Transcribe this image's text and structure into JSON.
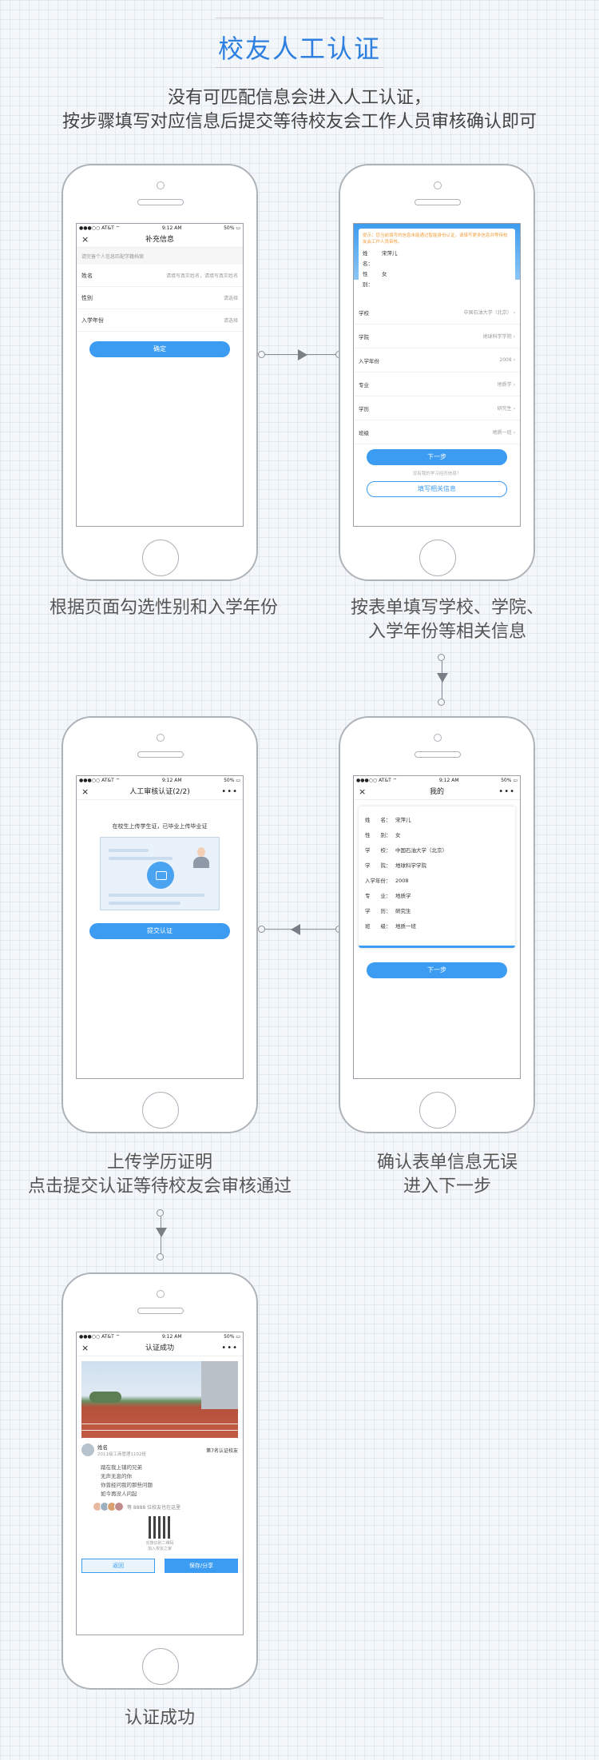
{
  "header": {
    "title": "校友人工认证",
    "subtitle1": "没有可匹配信息会进入人工认证，",
    "subtitle2": "按步骤填写对应信息后提交等待校友会工作人员审核确认即可"
  },
  "statusbar": {
    "carrier": "●●●○○ AT&T ⌔",
    "time": "9:12 AM",
    "battery": "50% ▭"
  },
  "icons": {
    "close": "×",
    "more": "•••",
    "chevron": "›"
  },
  "step1": {
    "nav_title": "补充信息",
    "hint": "请完善个人信息匹配学籍档案",
    "fields": [
      {
        "label": "姓名",
        "value": "请填写真实姓名，请填写真实姓名"
      },
      {
        "label": "性别",
        "value": "请选择"
      },
      {
        "label": "入学年份",
        "value": "请选择"
      }
    ],
    "button": "确定",
    "caption": "根据页面勾选性别和入学年份"
  },
  "step2": {
    "warning": "提示：您当前填写的信息未能通过智能身份认证，请填写更多信息并等待校友会工作人员审核。",
    "name_label": "姓　名：",
    "name_value": "宋萍儿",
    "gender_label": "性　别：",
    "gender_value": "女",
    "rows": [
      {
        "label": "学校",
        "value": "中国石油大学（北京）"
      },
      {
        "label": "学院",
        "value": "地球科学学院"
      },
      {
        "label": "入学年份",
        "value": "2008"
      },
      {
        "label": "专业",
        "value": "地质学"
      },
      {
        "label": "学历",
        "value": "研究生"
      },
      {
        "label": "班级",
        "value": "地质一班"
      }
    ],
    "button": "下一步",
    "link": "没有我的学习经历信息？",
    "outline_button": "填写相关信息",
    "caption1": "按表单填写学校、学院、",
    "caption2": "入学年份等相关信息"
  },
  "step3": {
    "nav_title": "人工审核认证(2/2)",
    "upload_title": "在校生上传学生证，已毕业上传毕业证",
    "button": "提交认证",
    "caption1": "上传学历证明",
    "caption2": "点击提交认证等待校友会审核通过"
  },
  "step4": {
    "nav_title": "我的",
    "rows": [
      {
        "label": "姓　　名：",
        "value": "宋萍儿"
      },
      {
        "label": "性　　别：",
        "value": "女"
      },
      {
        "label": "学　　校：",
        "value": "中国石油大学（北京）"
      },
      {
        "label": "学　　院：",
        "value": "地球科学学院"
      },
      {
        "label": "入学年份：",
        "value": "2008"
      },
      {
        "label": "专　　业：",
        "value": "地质学"
      },
      {
        "label": "学　　历：",
        "value": "研究生"
      },
      {
        "label": "班　　级：",
        "value": "地质一班"
      }
    ],
    "button": "下一步",
    "caption1": "确认表单信息无误",
    "caption2": "进入下一步"
  },
  "step5": {
    "nav_title": "认证成功",
    "user_name": "姓名",
    "user_desc": "2011级工商管理1102班",
    "rank": "第7名认证校友",
    "quote": [
      "踏在我上铺的兄弟",
      "无声无息的你",
      "你曾经问我的那些问题",
      "如今再没人问起"
    ],
    "friends": "等 8888 位校友也在这里",
    "footer1": "长按识别二维码",
    "footer2": "加入校友之家",
    "back_button": "返回",
    "save_button": "保存/分享",
    "caption": "认证成功"
  }
}
